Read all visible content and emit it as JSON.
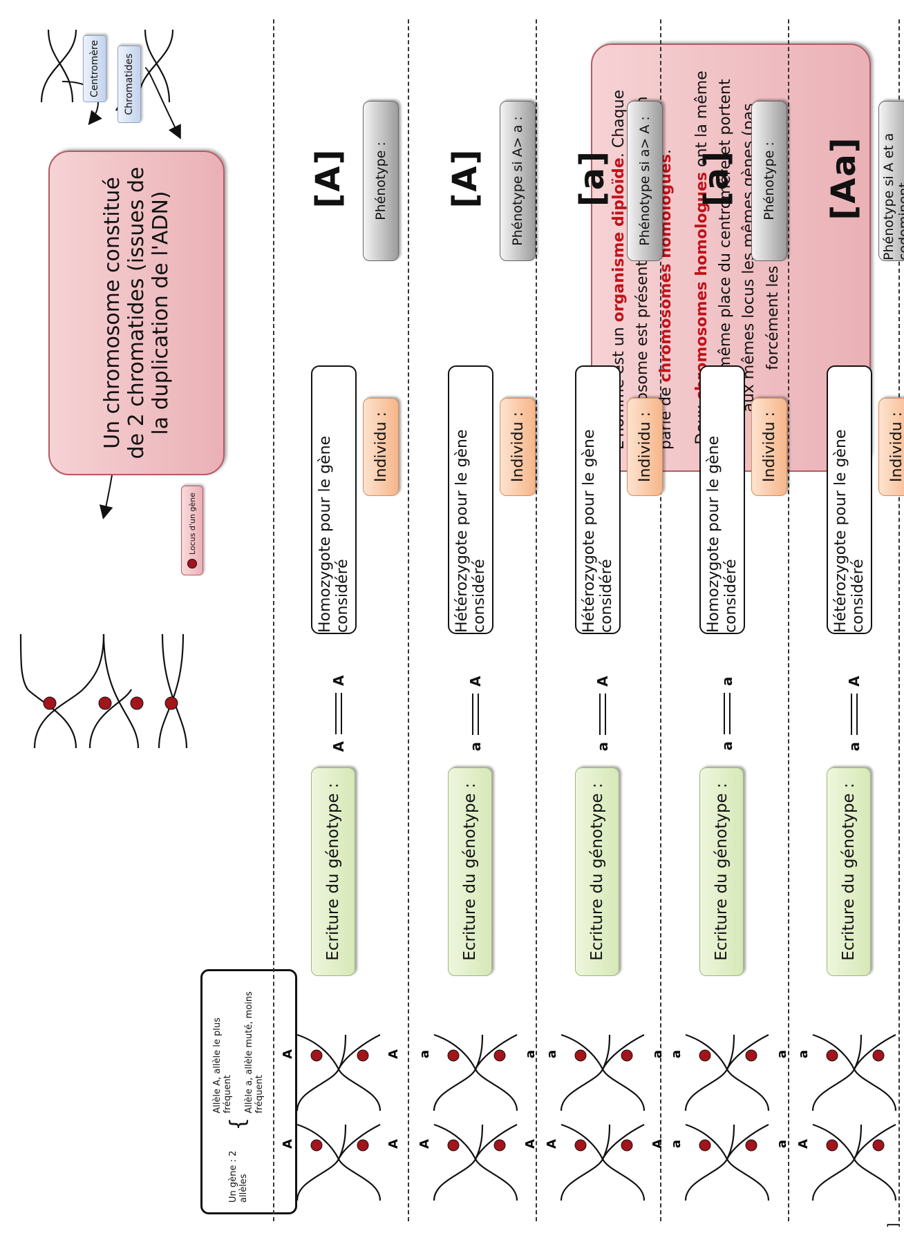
{
  "stray_bracket": "]",
  "labels": {
    "centromere": "Centromère",
    "chromatides": "Chromatides",
    "locus": "Locus d'un gène"
  },
  "chromosome_box": {
    "text": "Un chromosome constitué de 2 chromatides (issues de la duplication de l'ADN)"
  },
  "diploid_box": {
    "p1_a": "L'homme est un ",
    "p1_red1": "organisme diploïde",
    "p1_b": ". Chaque chromosome est présent en 2 exemplaires, on parle de ",
    "p1_red2": "chromosomes homologues",
    "p1_c": ".",
    "p2_a": "Deux ",
    "p2_red": "chromosomes homologues",
    "p2_b": " ont la même taille, la même place du centromère et portent aux mêmes locus les mêmes gènes (pas forcément les mêmes allèles)"
  },
  "gene_box": {
    "line1": "Un gène : 2 allèles",
    "line2": "Allèle A, allèle le plus fréquent",
    "line3": "Allèle a, allèle muté, moins fréquent"
  },
  "rows": [
    {
      "chrom_left": [
        "A",
        "A"
      ],
      "chrom_right": [
        "A",
        "A"
      ],
      "genotype_label": "Ecriture du génotype :",
      "genotype_top": "A",
      "genotype_bottom": "A",
      "individu_label": "Individu :",
      "zygosity": "Homozygote pour le gène considéré",
      "phenotype_label": "Phénotype :",
      "phenotype": "[A]"
    },
    {
      "chrom_left": [
        "A",
        "A"
      ],
      "chrom_right": [
        "a",
        "a"
      ],
      "genotype_label": "Ecriture du génotype :",
      "genotype_top": "A",
      "genotype_bottom": "a",
      "individu_label": "Individu :",
      "zygosity": "Hétérozygote pour le gène considéré",
      "phenotype_label": "Phénotype si A> a :",
      "phenotype": "[A]"
    },
    {
      "chrom_left": [
        "A",
        "A"
      ],
      "chrom_right": [
        "a",
        "a"
      ],
      "genotype_label": "Ecriture du génotype :",
      "genotype_top": "A",
      "genotype_bottom": "a",
      "individu_label": "Individu :",
      "zygosity": "Hétérozygote pour le gène considéré",
      "phenotype_label": "Phénotype si a> A :",
      "phenotype": "[a]"
    },
    {
      "chrom_left": [
        "a",
        "a"
      ],
      "chrom_right": [
        "a",
        "a"
      ],
      "genotype_label": "Ecriture du génotype :",
      "genotype_top": "a",
      "genotype_bottom": "a",
      "individu_label": "Individu :",
      "zygosity": "Homozygote pour le gène considéré",
      "phenotype_label": "Phénotype :",
      "phenotype": "[a]"
    },
    {
      "chrom_left": [
        "A",
        "A"
      ],
      "chrom_right": [
        "a",
        "a"
      ],
      "genotype_label": "Ecriture du génotype :",
      "genotype_top": "A",
      "genotype_bottom": "a",
      "individu_label": "Individu :",
      "zygosity": "Hétérozygote pour le gène considéré",
      "phenotype_label": "Phénotype si A et a codominent",
      "phenotype": "[Aa]"
    }
  ],
  "colors": {
    "allele_dot": "#a3141b",
    "red_text": "#c0121a"
  }
}
